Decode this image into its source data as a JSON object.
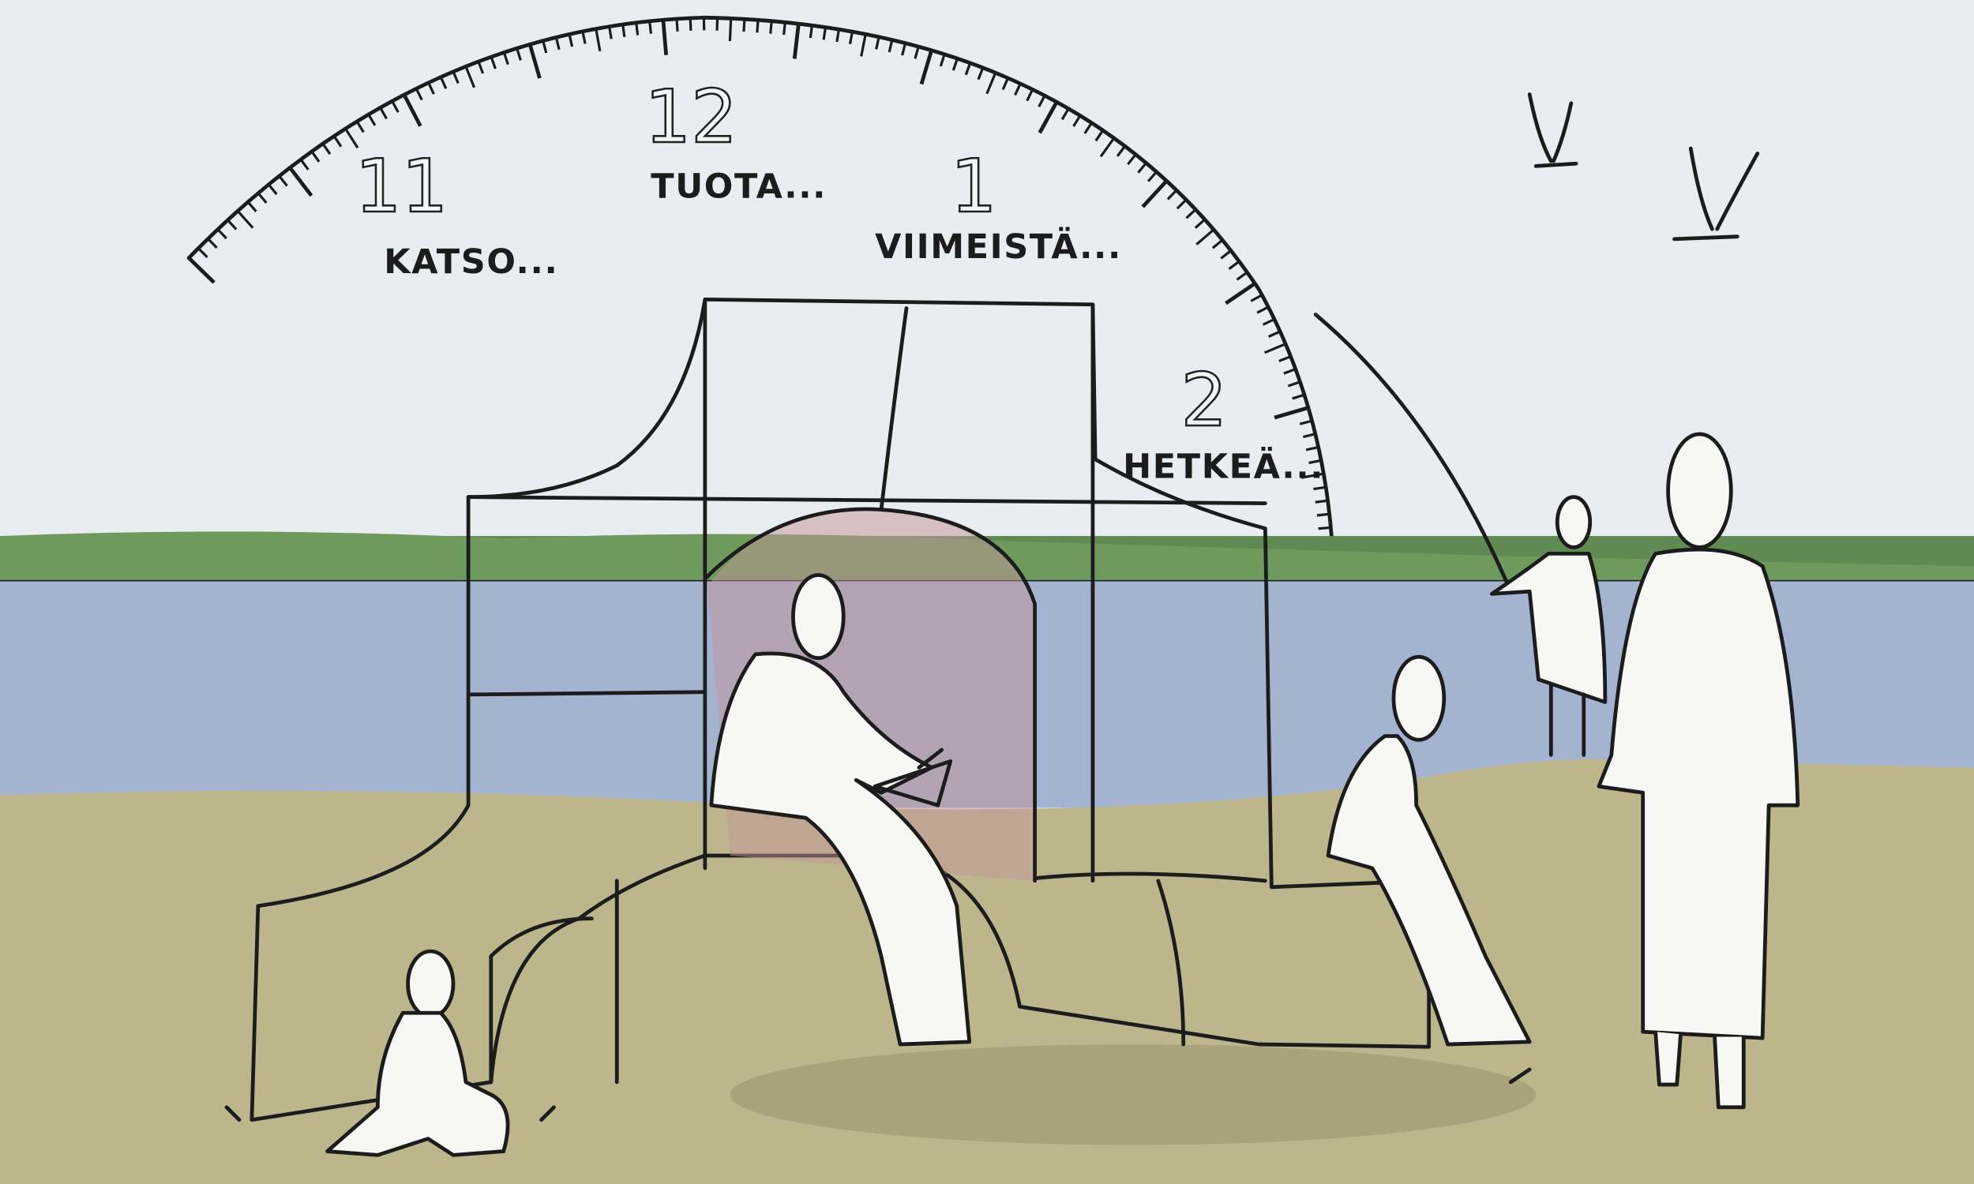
{
  "clock": {
    "numbers": [
      "11",
      "12",
      "1",
      "2"
    ],
    "captions": [
      "KATSO...",
      "TUOTA...",
      "VIIMEISTÄ...",
      "HETKEÄ..."
    ]
  },
  "colors": {
    "sky": "#e9edf1",
    "trees": "#5f8a52",
    "water": "#a3b3d0",
    "ground": "#bdb68c",
    "sculpture": "#d3a9a7",
    "sculpture_shadow": "#c08f93"
  }
}
